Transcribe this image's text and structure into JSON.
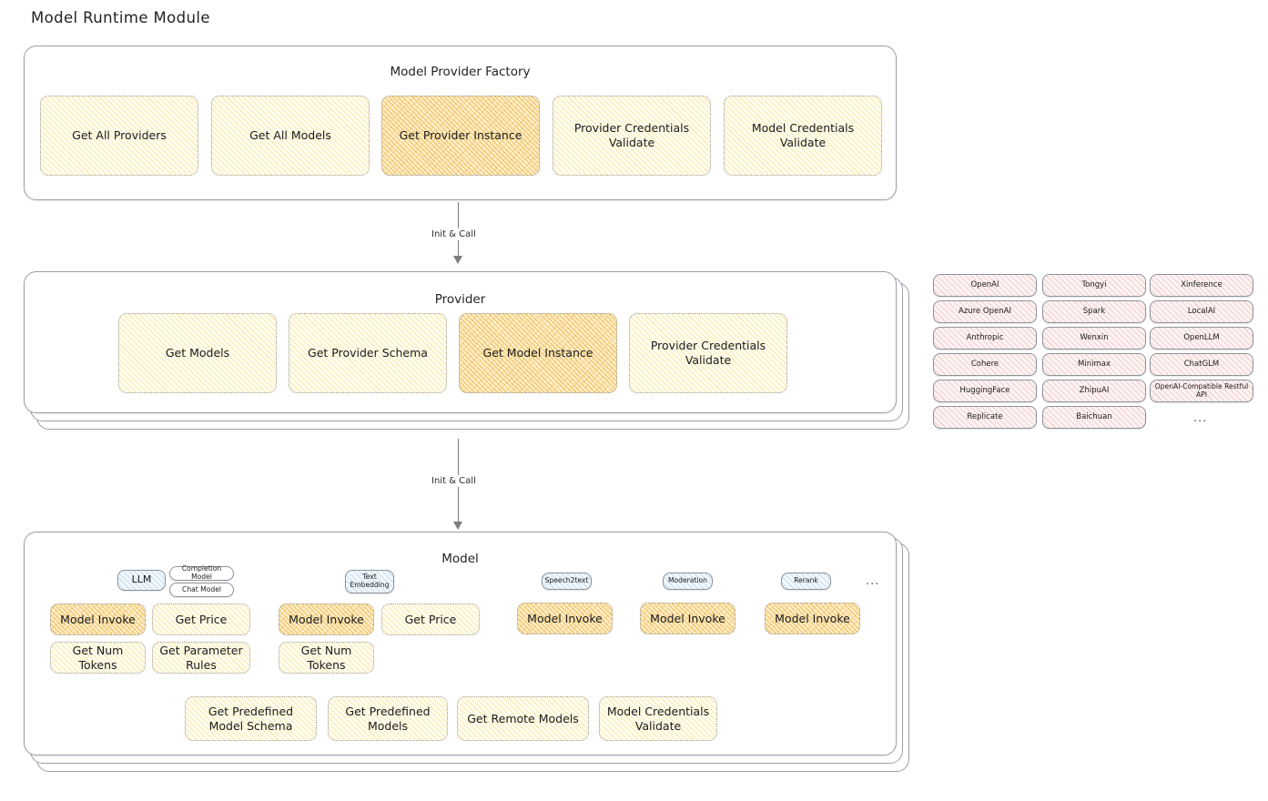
{
  "page": {
    "title": "Model Runtime Module"
  },
  "colors": {
    "highlight_fill": "#eeb034",
    "light_fill": "#f5da78",
    "provider_chip": "#e27878",
    "model_type_chip": "#6ea5d7",
    "stroke": "#9aa0a6"
  },
  "factory": {
    "title": "Model Provider Factory",
    "nodes": [
      {
        "label": "Get All Providers",
        "highlight": false
      },
      {
        "label": "Get All Models",
        "highlight": false
      },
      {
        "label": "Get Provider Instance",
        "highlight": true
      },
      {
        "label": "Provider Credentials Validate",
        "highlight": false
      },
      {
        "label": "Model Credentials Validate",
        "highlight": false
      }
    ]
  },
  "arrows": [
    {
      "label": "Init & Call"
    },
    {
      "label": "Init & Call"
    }
  ],
  "provider": {
    "title": "Provider",
    "nodes": [
      {
        "label": "Get Models",
        "highlight": false
      },
      {
        "label": "Get Provider Schema",
        "highlight": false
      },
      {
        "label": "Get Model Instance",
        "highlight": true
      },
      {
        "label": "Provider Credentials Validate",
        "highlight": false
      }
    ]
  },
  "provider_list": {
    "columns": [
      {
        "items": [
          "OpenAI",
          "Azure OpenAI",
          "Anthropic",
          "Cohere",
          "HuggingFace",
          "Replicate"
        ]
      },
      {
        "items": [
          "Tongyi",
          "Spark",
          "Wenxin",
          "Minimax",
          "ZhipuAI",
          "Baichuan"
        ]
      },
      {
        "items": [
          "Xinference",
          "LocalAI",
          "OpenLLM",
          "ChatGLM",
          "OpenAI-Compatible Restful API"
        ]
      }
    ],
    "more": "..."
  },
  "model": {
    "title": "Model",
    "more": "...",
    "types": [
      {
        "chip": "LLM",
        "sub_chips": [
          "Completion Model",
          "Chat Model"
        ],
        "nodes": [
          {
            "label": "Model Invoke",
            "highlight": true
          },
          {
            "label": "Get Price",
            "highlight": false
          },
          {
            "label": "Get Num Tokens",
            "highlight": false
          },
          {
            "label": "Get Parameter Rules",
            "highlight": false
          }
        ]
      },
      {
        "chip": "Text Embedding",
        "sub_chips": [],
        "nodes": [
          {
            "label": "Model Invoke",
            "highlight": true
          },
          {
            "label": "Get Price",
            "highlight": false
          },
          {
            "label": "Get Num Tokens",
            "highlight": false
          }
        ]
      },
      {
        "chip": "Speech2text",
        "sub_chips": [],
        "nodes": [
          {
            "label": "Model Invoke",
            "highlight": true
          }
        ]
      },
      {
        "chip": "Moderation",
        "sub_chips": [],
        "nodes": [
          {
            "label": "Model Invoke",
            "highlight": true
          }
        ]
      },
      {
        "chip": "Rerank",
        "sub_chips": [],
        "nodes": [
          {
            "label": "Model Invoke",
            "highlight": true
          }
        ]
      }
    ],
    "common_nodes": [
      {
        "label": "Get Predefined Model Schema"
      },
      {
        "label": "Get Predefined Models"
      },
      {
        "label": "Get Remote Models"
      },
      {
        "label": "Model Credentials Validate"
      }
    ]
  }
}
